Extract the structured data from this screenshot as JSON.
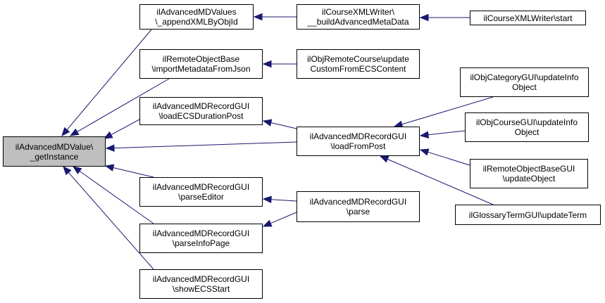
{
  "colors": {
    "edge": "#191970",
    "focus_fill": "#bfbfbf",
    "node_fill": "#ffffff",
    "border": "#000000"
  },
  "nodes": {
    "getinstance": {
      "line1": "ilAdvancedMDValue\\",
      "line2": "_getInstance"
    },
    "appendxml": {
      "line1": "ilAdvancedMDValues",
      "line2": "\\_appendXMLByObjId"
    },
    "buildadv": {
      "line1": "ilCourseXMLWriter\\",
      "line2": "__buildAdvancedMetaData"
    },
    "xmlstart": {
      "line1": "ilCourseXMLWriter\\start"
    },
    "importmeta": {
      "line1": "ilRemoteObjectBase",
      "line2": "\\importMetadataFromJson"
    },
    "updatecustom": {
      "line1": "ilObjRemoteCourse\\update",
      "line2": "CustomFromECSContent"
    },
    "loadecs": {
      "line1": "ilAdvancedMDRecordGUI",
      "line2": "\\loadECSDurationPost"
    },
    "loadfrompost": {
      "line1": "ilAdvancedMDRecordGUI",
      "line2": "\\loadFromPost"
    },
    "catupdate": {
      "line1": "ilObjCategoryGUI\\updateInfo",
      "line2": "Object"
    },
    "courseupdate": {
      "line1": "ilObjCourseGUI\\updateInfo",
      "line2": "Object"
    },
    "remoteupdate": {
      "line1": "ilRemoteObjectBaseGUI",
      "line2": "\\updateObject"
    },
    "glossary": {
      "line1": "ilGlossaryTermGUI\\updateTerm"
    },
    "parseeditor": {
      "line1": "ilAdvancedMDRecordGUI",
      "line2": "\\parseEditor"
    },
    "parse": {
      "line1": "ilAdvancedMDRecordGUI",
      "line2": "\\parse"
    },
    "parseinfo": {
      "line1": "ilAdvancedMDRecordGUI",
      "line2": "\\parseInfoPage"
    },
    "showecs": {
      "line1": "ilAdvancedMDRecordGUI",
      "line2": "\\showECSStart"
    }
  },
  "edges": [
    {
      "from": "appendxml",
      "to": "getinstance"
    },
    {
      "from": "importmeta",
      "to": "getinstance"
    },
    {
      "from": "loadecs",
      "to": "getinstance"
    },
    {
      "from": "loadfrompost",
      "to": "getinstance"
    },
    {
      "from": "parseeditor",
      "to": "getinstance"
    },
    {
      "from": "parseinfo",
      "to": "getinstance"
    },
    {
      "from": "showecs",
      "to": "getinstance"
    },
    {
      "from": "buildadv",
      "to": "appendxml"
    },
    {
      "from": "xmlstart",
      "to": "buildadv"
    },
    {
      "from": "updatecustom",
      "to": "importmeta"
    },
    {
      "from": "loadfrompost",
      "to": "loadecs"
    },
    {
      "from": "catupdate",
      "to": "loadfrompost"
    },
    {
      "from": "courseupdate",
      "to": "loadfrompost"
    },
    {
      "from": "remoteupdate",
      "to": "loadfrompost"
    },
    {
      "from": "glossary",
      "to": "loadfrompost"
    },
    {
      "from": "parse",
      "to": "parseeditor"
    },
    {
      "from": "parse",
      "to": "parseinfo"
    }
  ]
}
